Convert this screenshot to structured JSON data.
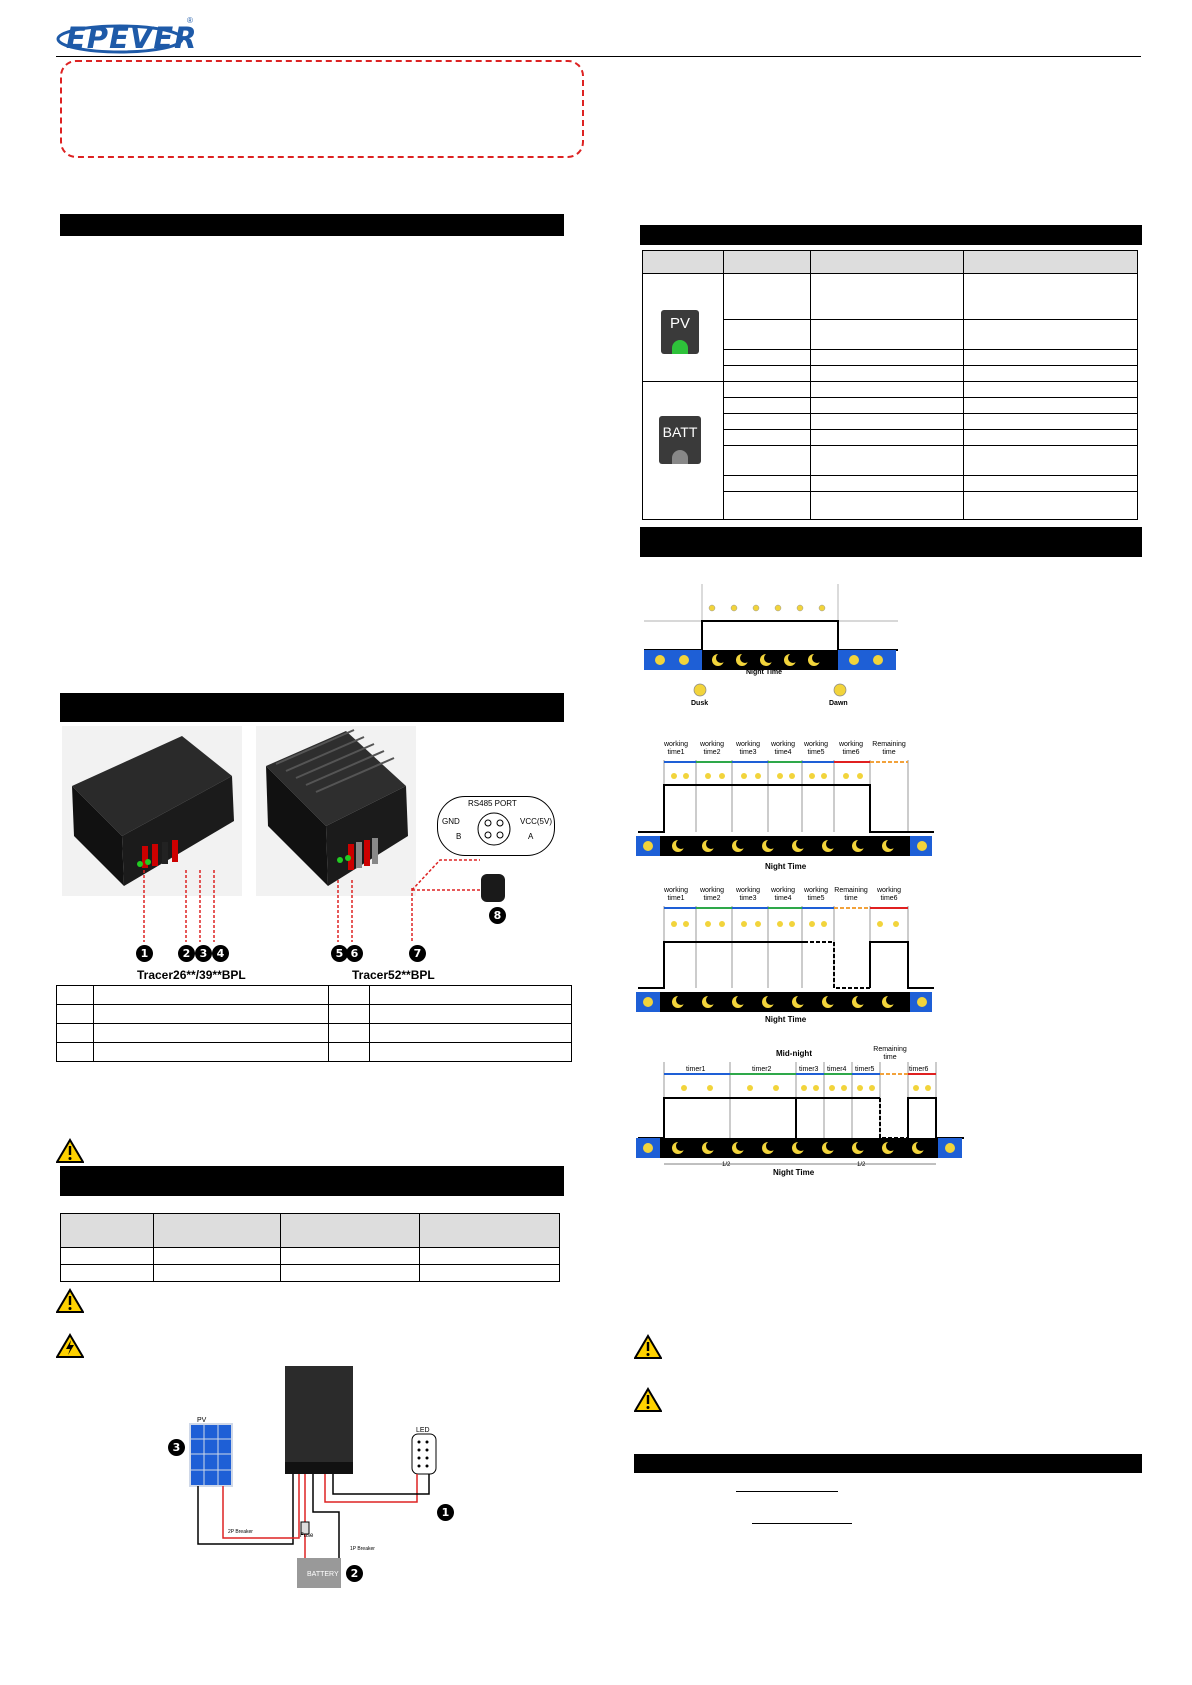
{
  "brand": {
    "logo_text": "EPEVER",
    "registered_mark": "®"
  },
  "product_photos": {
    "left_caption": "Tracer26**/39**BPL",
    "right_caption": "Tracer52**BPL",
    "left_callouts": [
      "1",
      "2",
      "3",
      "4"
    ],
    "right_callouts": [
      "5",
      "6",
      "7",
      "8"
    ],
    "rs485": {
      "title": "RS485 PORT",
      "gnd": "GND",
      "vcc": "VCC(5V)",
      "b": "B",
      "a": "A"
    }
  },
  "led_icons": {
    "pv": "PV",
    "batt": "BATT"
  },
  "timing_chart_1": {
    "night_time": "Night Time",
    "dusk": "Dusk",
    "dawn": "Dawn"
  },
  "timing_chart_2": {
    "labels": [
      "working time1",
      "working time2",
      "working time3",
      "working time4",
      "working time5",
      "working time6",
      "Remaining time"
    ],
    "night_time": "Night Time"
  },
  "timing_chart_3": {
    "labels": [
      "working time1",
      "working time2",
      "working time3",
      "working time4",
      "working time5",
      "Remaining time",
      "working time6"
    ],
    "night_time": "Night Time"
  },
  "timing_chart_4": {
    "mid_night": "Mid-night",
    "remaining": "Remaining time",
    "labels": [
      "timer1",
      "timer2",
      "timer3",
      "timer4",
      "timer5",
      "timer6"
    ],
    "half": "1/2",
    "night_time": "Night Time"
  },
  "wiring": {
    "pv_label": "PV",
    "led_label": "LED",
    "battery_label": "BATTERY",
    "fuse_label": "Fuse",
    "pv_breaker": "2P Breaker",
    "batt_breaker": "1P Breaker",
    "callouts": [
      "1",
      "2",
      "3"
    ]
  },
  "colors": {
    "accent_red": "#d22222",
    "brand_blue": "#1e5aa8",
    "header_black": "#000000"
  }
}
